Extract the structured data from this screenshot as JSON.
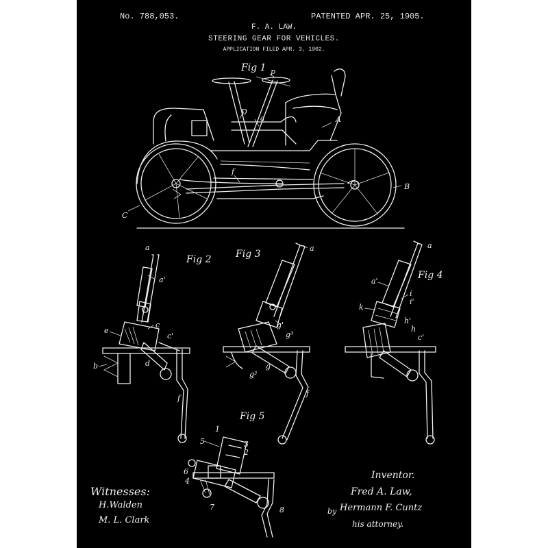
{
  "header": {
    "patent_number": "No. 788,053.",
    "patent_date": "PATENTED APR. 25, 1905.",
    "inventor_name": "F. A. LAW.",
    "title": "STEERING GEAR FOR VEHICLES.",
    "application": "APPLICATION FILED APR. 3, 1902."
  },
  "figures": {
    "fig1": "Fig 1",
    "fig2": "Fig 2",
    "fig3": "Fig 3",
    "fig4": "Fig 4",
    "fig5": "Fig 5"
  },
  "labels": {
    "fig1": {
      "p": "p",
      "d": "D",
      "a": "a",
      "A": "A",
      "f": "f",
      "B": "B",
      "C": "C"
    },
    "fig2": {
      "a": "a",
      "a1": "a'",
      "e": "e",
      "c": "c",
      "c1": "c'",
      "b": "b",
      "d": "d",
      "f": "f"
    },
    "fig3": {
      "a": "a",
      "g1": "g'",
      "g3": "g³",
      "g2": "g²",
      "g": "g",
      "f": "f"
    },
    "fig4": {
      "a": "a",
      "a1": "a'",
      "k": "k",
      "i": "i",
      "i1": "i'",
      "h": "h",
      "h1": "h'",
      "c1": "c'"
    },
    "fig5": {
      "n1": "1",
      "n2": "2",
      "n3": "3",
      "n4": "4",
      "n5": "5",
      "n6": "6",
      "n7": "7",
      "n8": "8"
    }
  },
  "signatures": {
    "witnesses_label": "Witnesses:",
    "witness_1": "H.Walden",
    "witness_2": "M. L. Clark",
    "inventor_label": "Inventor.",
    "inventor": "Fred A. Law,",
    "by": "by",
    "attorney": "Hermann F. Cuntz",
    "attorney_label": "his attorney."
  },
  "colors": {
    "frame": "#ffffff",
    "background": "#000000",
    "ink": "#f2f2f2"
  }
}
